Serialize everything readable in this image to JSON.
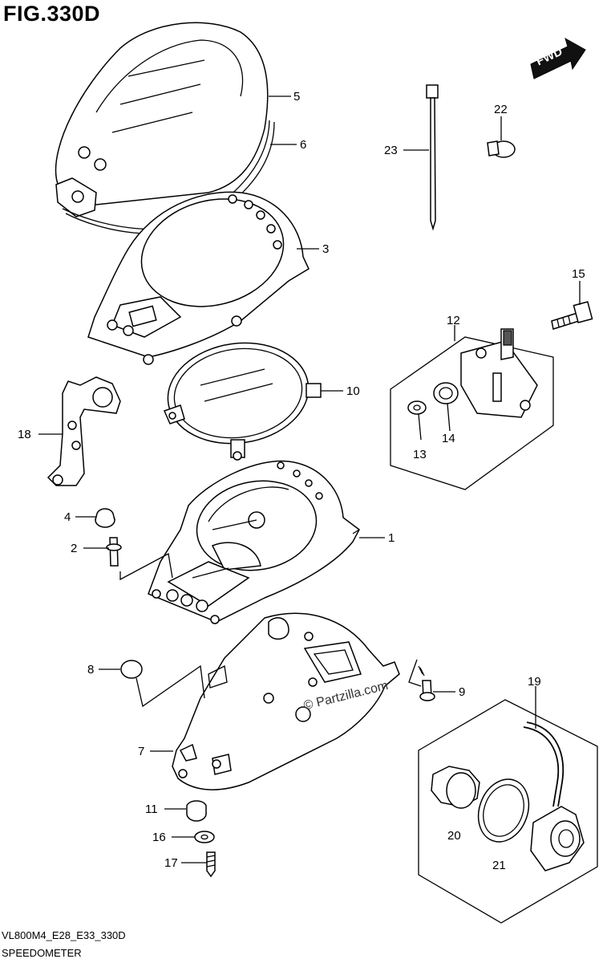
{
  "figure": {
    "title": "FIG.330D",
    "code": "VL800M4_E28_E33_330D",
    "name": "SPEEDOMETER",
    "watermark": "© Partzilla.com",
    "direction_label": "FWD"
  },
  "callouts": [
    {
      "id": "5",
      "label": "5"
    },
    {
      "id": "6",
      "label": "6"
    },
    {
      "id": "3",
      "label": "3"
    },
    {
      "id": "10",
      "label": "10"
    },
    {
      "id": "18",
      "label": "18"
    },
    {
      "id": "4",
      "label": "4"
    },
    {
      "id": "2",
      "label": "2"
    },
    {
      "id": "1",
      "label": "1"
    },
    {
      "id": "8",
      "label": "8"
    },
    {
      "id": "9",
      "label": "9"
    },
    {
      "id": "7",
      "label": "7"
    },
    {
      "id": "11",
      "label": "11"
    },
    {
      "id": "16",
      "label": "16"
    },
    {
      "id": "17",
      "label": "17"
    },
    {
      "id": "23",
      "label": "23"
    },
    {
      "id": "22",
      "label": "22"
    },
    {
      "id": "15",
      "label": "15"
    },
    {
      "id": "12",
      "label": "12"
    },
    {
      "id": "13",
      "label": "13"
    },
    {
      "id": "14",
      "label": "14"
    },
    {
      "id": "19",
      "label": "19"
    },
    {
      "id": "20",
      "label": "20"
    },
    {
      "id": "21",
      "label": "21"
    }
  ]
}
